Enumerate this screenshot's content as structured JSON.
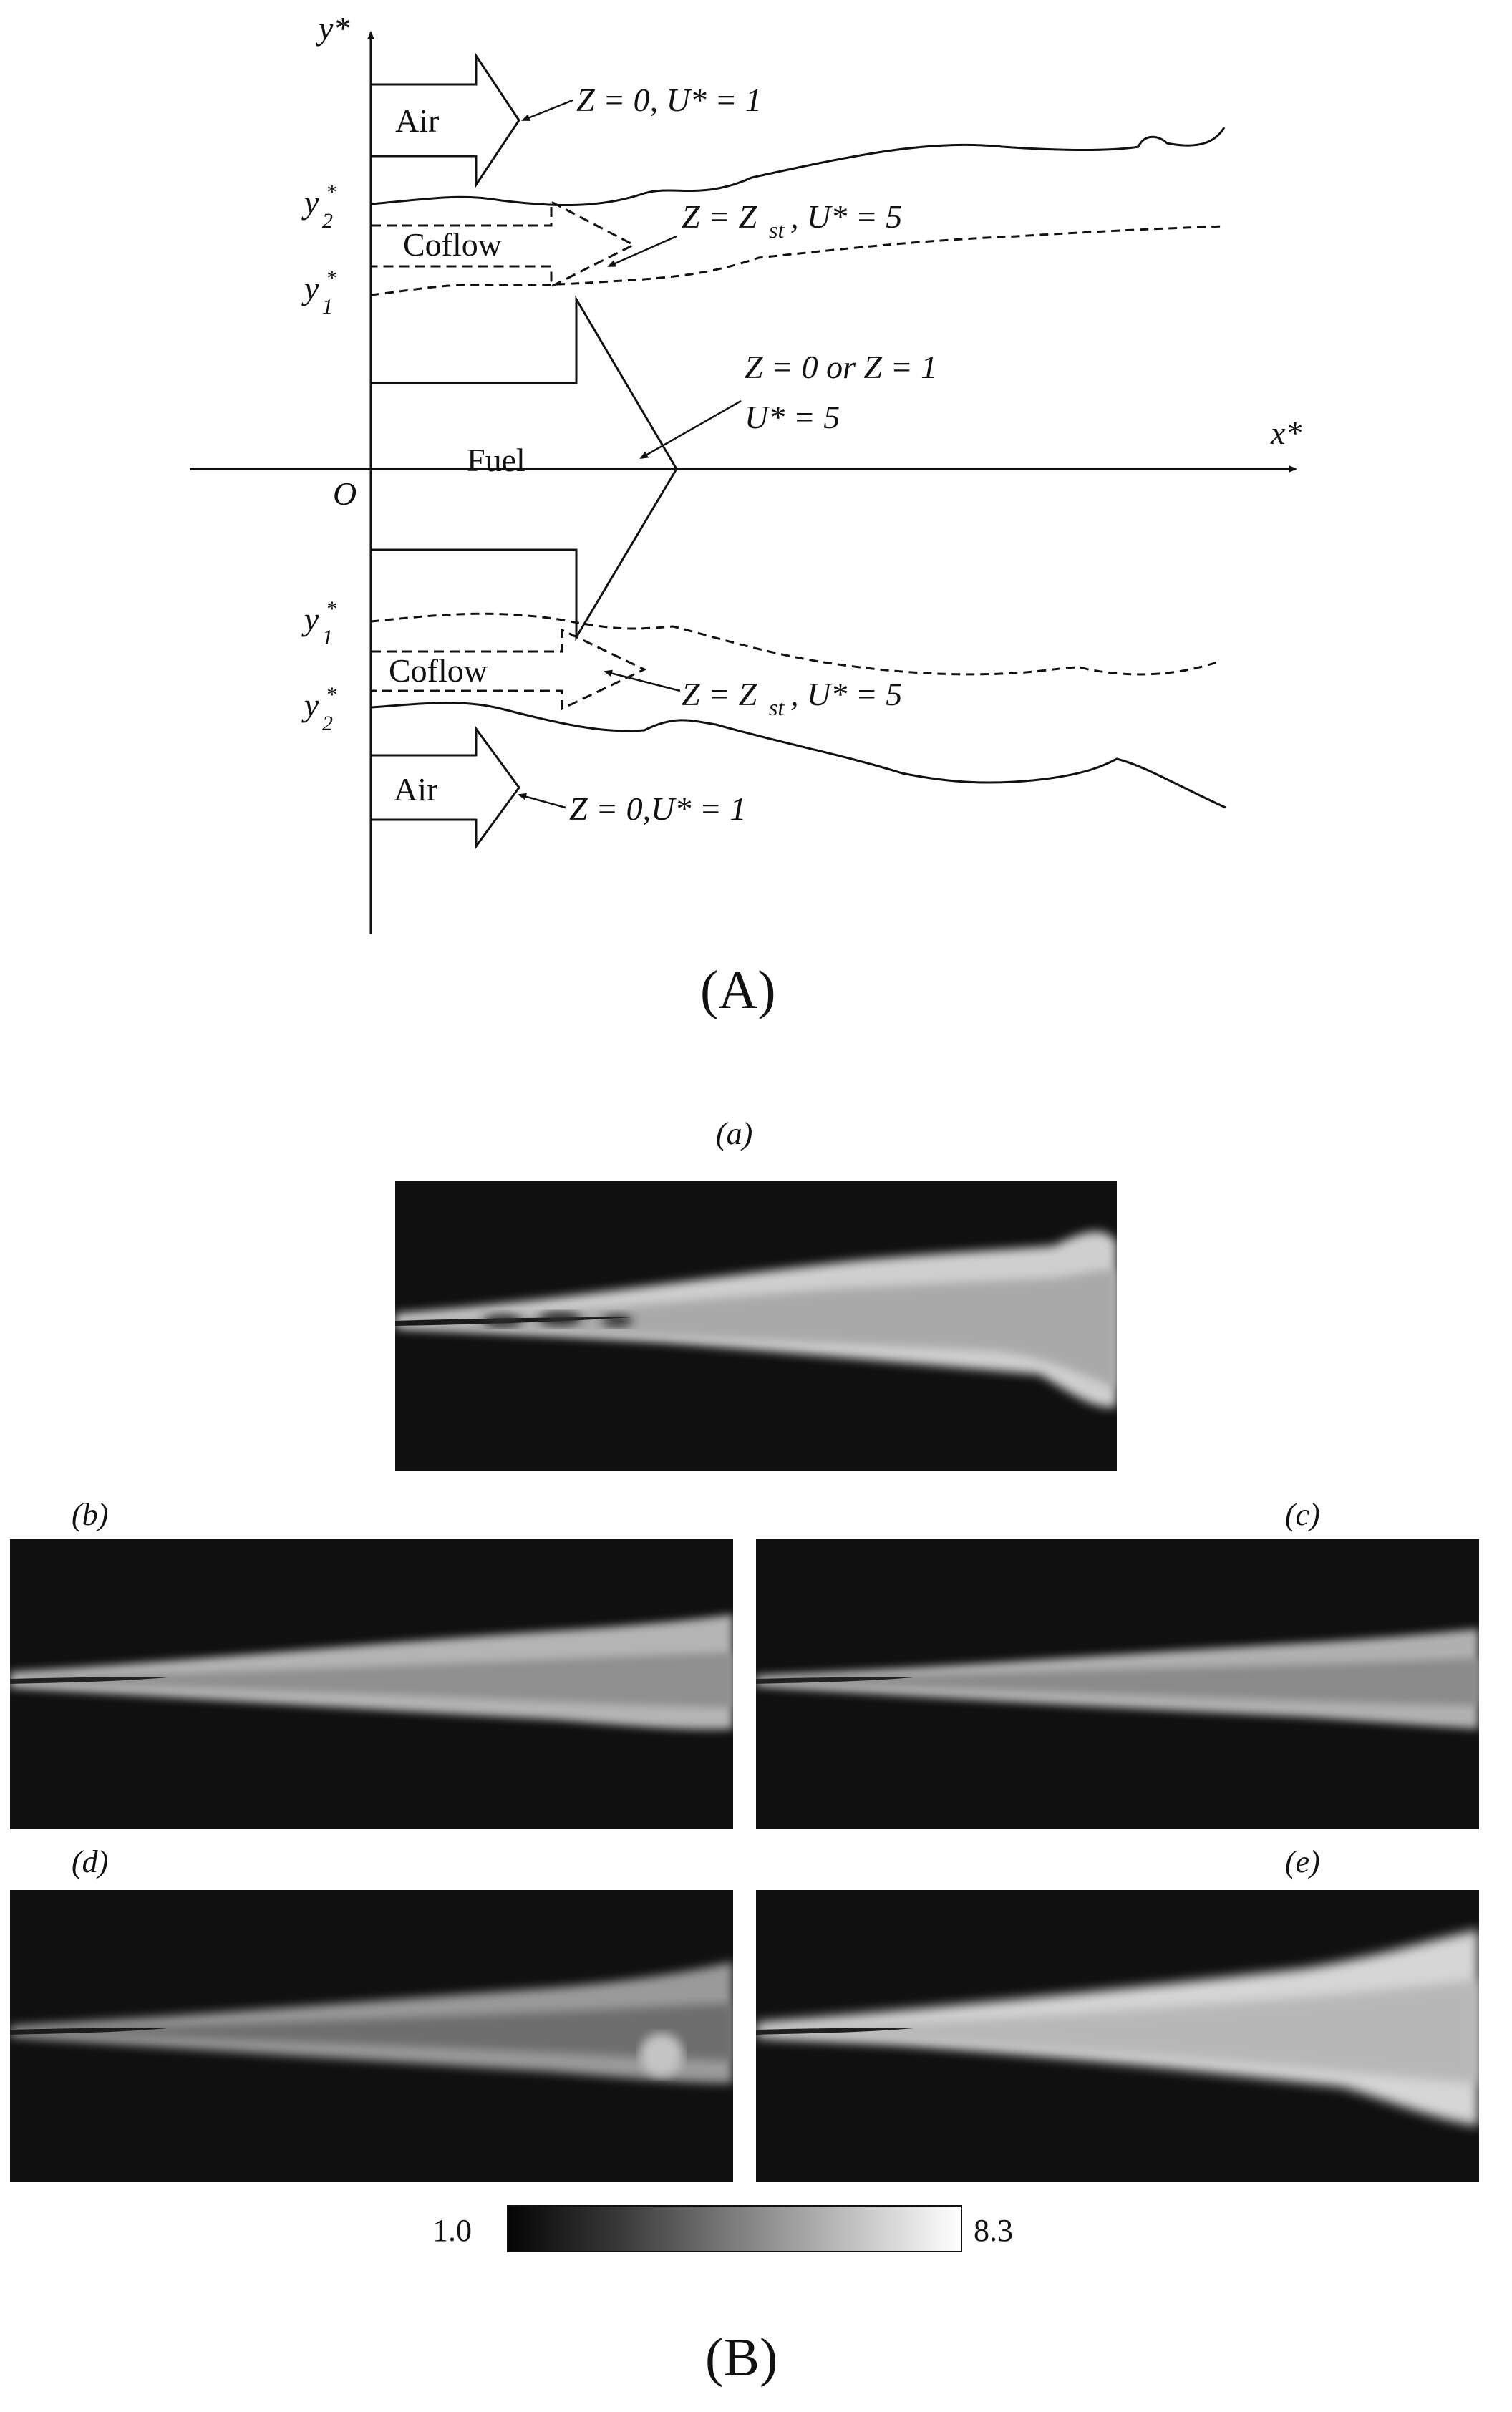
{
  "figure_A": {
    "label": "(A)",
    "y_axis": "y*",
    "x_axis": "x*",
    "origin": "O",
    "y2_label": "y",
    "y2_sub": "2",
    "y1_label": "y",
    "y1_sub": "1",
    "star": "*",
    "top_air": {
      "stream": "Air",
      "annotation": "Z = 0, U* = 1"
    },
    "top_coflow": {
      "stream": "Coflow",
      "annotation": "Z = Z",
      "annotation_sub": "st",
      "annotation_tail": ", U* = 5"
    },
    "fuel": {
      "stream": "Fuel",
      "annotation_line1": "Z = 0 or Z = 1",
      "annotation_line2": "U* = 5"
    },
    "bottom_coflow": {
      "stream": "Coflow",
      "annotation": "Z = Z",
      "annotation_sub": "st",
      "annotation_tail": ", U* = 5"
    },
    "bottom_air": {
      "stream": "Air",
      "annotation": "Z = 0,U* = 1"
    }
  },
  "figure_B": {
    "label": "(B)",
    "panels": [
      "(a)",
      "(b)",
      "(c)",
      "(d)",
      "(e)"
    ],
    "colorbar": {
      "min": "1.0",
      "max": "8.3"
    }
  }
}
